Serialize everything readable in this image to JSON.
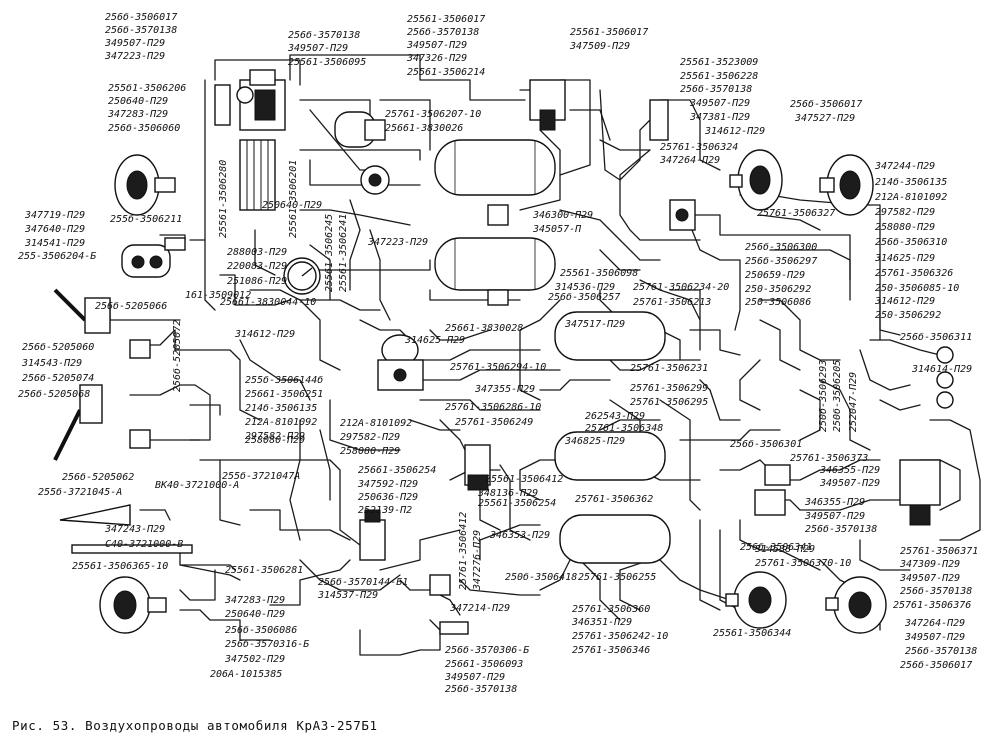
{
  "caption": "Рис. 53. Воздухопроводы автомобиля КрАЗ-257Б1",
  "part_numbers": [
    "256б-3506017",
    "256б-3570138",
    "349507-П29",
    "347223-П29",
    "255б1-3506206",
    "250640-П29",
    "347283-П29",
    "256б-3506060",
    "256б-3570138",
    "349507-П29",
    "25561-3506095",
    "25561-3506017",
    "256б-3570138",
    "349507-П29",
    "347326-П29",
    "25561-3506214",
    "25561-3506017",
    "347509-П29",
    "25561-3523009",
    "25561-3506228",
    "256б-3570138",
    "349507-П29",
    "347381-П29",
    "314612-П29",
    "256б-3506017",
    "347527-П29",
    "25761-3506207-10",
    "25661-3830026",
    "25761-3506324",
    "347264-П29",
    "25561-3506280",
    "25561-3506201",
    "250640-П29",
    "347719-П29",
    "347640-П29",
    "314541-П29",
    "255-3506204-Б",
    "255б-3506211",
    "288003-П29",
    "220083-П29",
    "251086-П29",
    "161-3509012",
    "25661-3830044-10",
    "347223-П29",
    "25561-3506245",
    "25561-3506241",
    "346300-П29",
    "345057-П",
    "347244-П29",
    "214б-3506135",
    "212А-8101092",
    "297582-П29",
    "258080-П29",
    "25761-3506327",
    "256б-3506300",
    "256б-3506297",
    "250659-П29",
    "250-3506292",
    "250-3506086",
    "256б-3506310",
    "314625-П29",
    "25761-3506326",
    "250-3506085-10",
    "314612-П29",
    "250-3506292",
    "256б-3506311",
    "25561-3506098",
    "314536-П29",
    "25761-3506234-20",
    "256б-3506257",
    "25761-3506213",
    "347517-П29",
    "25661-3830028",
    "314625-П29",
    "25761-3506294-10",
    "256б-5205066",
    "256б-5205060",
    "314543-П29",
    "256б-5205074",
    "256б-5205068",
    "256б-5205072",
    "314612-П29",
    "255б-3506144б",
    "25661-3506251",
    "214б-3506135",
    "212А-8101092",
    "297582-П29",
    "258080-П29",
    "347355-П29",
    "25761-3506299",
    "25761-3506231",
    "25761-3506295",
    "25761-3506286-10",
    "25761-3506249",
    "212А-8101092",
    "297582-П29",
    "258080-П29",
    "262543-П29",
    "25761-3506348",
    "346825-П29",
    "314614-П29",
    "250б-3506293",
    "250б-3506205",
    "252047-П29",
    "256б-3506301",
    "25761-3506373",
    "346355-П29",
    "349507-П29",
    "256б-5205062",
    "255б-3721045-А",
    "ВК40-3721000-А",
    "255б-3721047А",
    "347243-П29",
    "С40-3721000-В",
    "25661-3506254",
    "347592-П29",
    "250636-П29",
    "252139-П2",
    "25561-3506412",
    "348136-П29",
    "25561-3506254",
    "25761-3506362",
    "346355-П29",
    "349507-П29",
    "256б-3570138",
    "256б-3506341",
    "346353-П29",
    "25761-3506412",
    "347276-П29",
    "25561-3506365-10",
    "25561-3506281",
    "314538-П29",
    "25761-3506370-10",
    "256б-3570144-Б1",
    "314537-П29",
    "25761-3506371",
    "347309-П29",
    "349507-П29",
    "256б-3570138",
    "25761-3506376",
    "250б-3506418",
    "25761-3506255",
    "347283-П29",
    "250640-П29",
    "256б-3506086",
    "256б-3570316-Б",
    "347502-П29",
    "206А-1015385",
    "347214-П29",
    "256б-3570306-Б",
    "25661-3506093",
    "349507-П29",
    "256б-3570138",
    "25761-3506360",
    "346351-П29",
    "25761-3506242-10",
    "25761-3506346",
    "25561-3506344",
    "347264-П29",
    "349507-П29",
    "256б-3570138",
    "256б-3506017"
  ]
}
